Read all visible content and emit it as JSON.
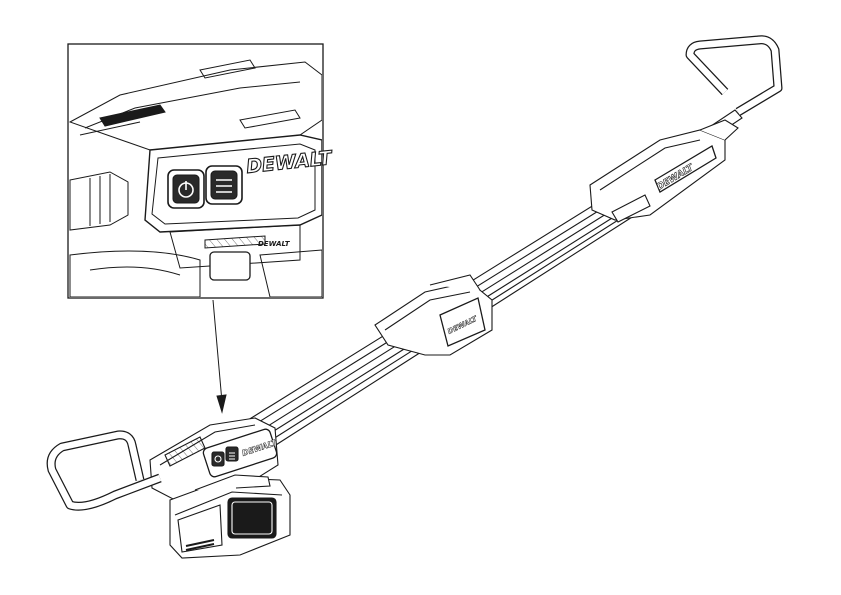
{
  "diagram": {
    "brand_text": "DEWALT",
    "small_badge_text": "DEWALT",
    "colors": {
      "ink": "#1a1a1a",
      "paper": "#ffffff",
      "shade": "#2a2a2a"
    },
    "icons": [
      "power-icon",
      "mode-icon",
      "arrow-pointer"
    ]
  }
}
